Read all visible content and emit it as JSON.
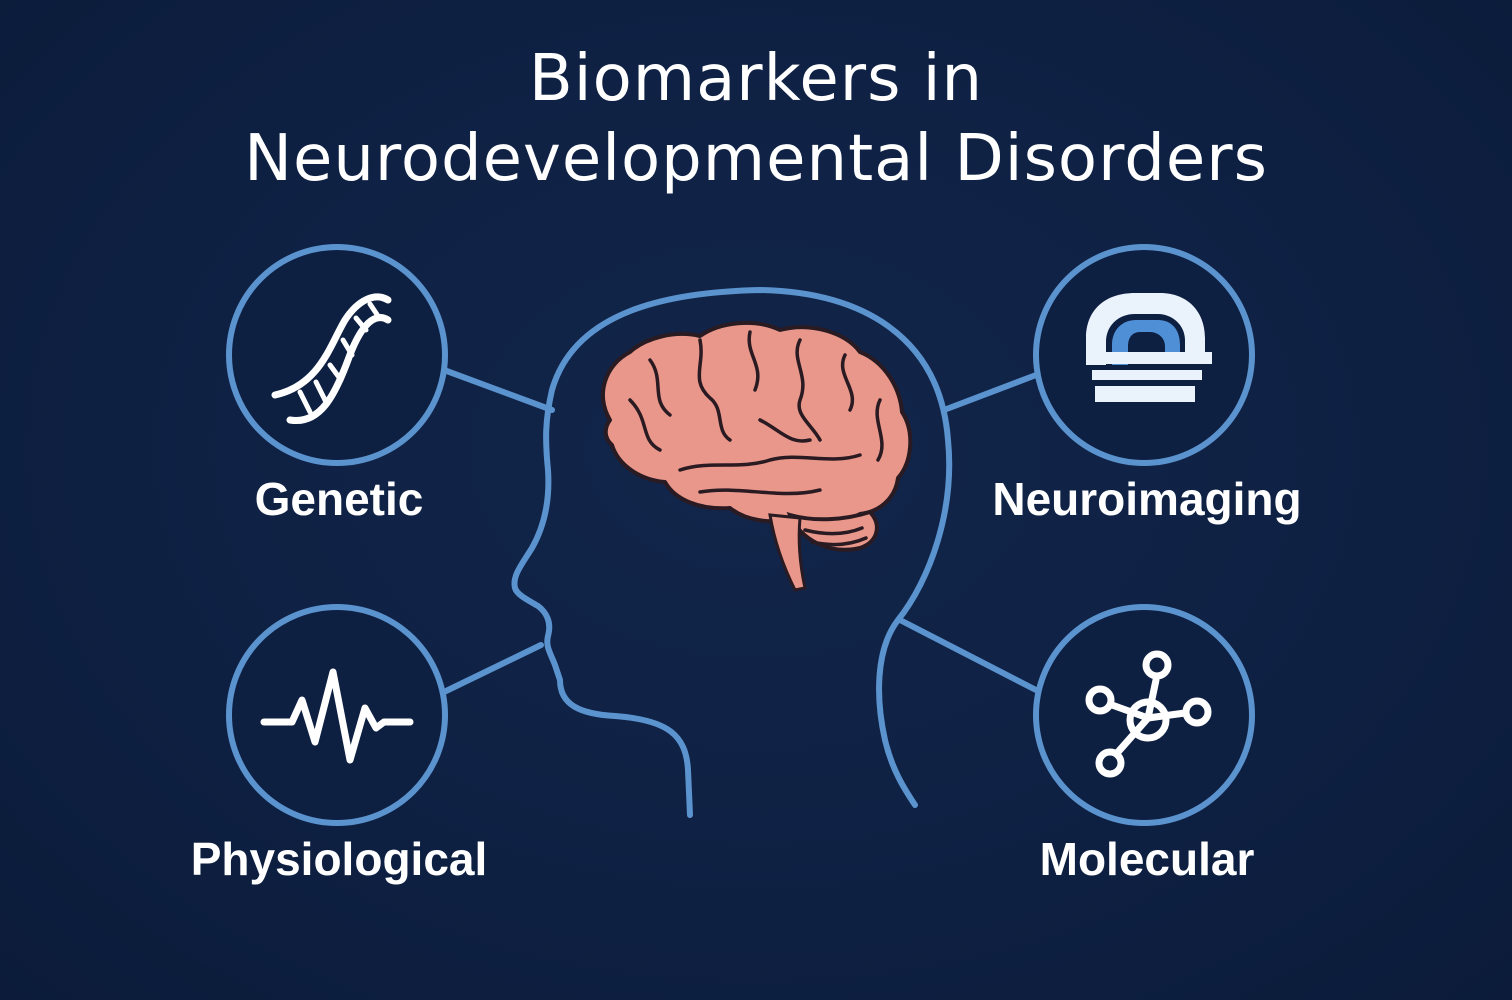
{
  "title": {
    "line1": "Biomarkers in",
    "line2": "Neurodevelopmental Disorders"
  },
  "nodes": {
    "genetic": {
      "label": "Genetic",
      "icon": "dna-icon"
    },
    "neuroimaging": {
      "label": "Neuroimaging",
      "icon": "mri-scanner-icon"
    },
    "physiological": {
      "label": "Physiological",
      "icon": "heartbeat-waveform-icon"
    },
    "molecular": {
      "label": "Molecular",
      "icon": "molecule-icon"
    }
  },
  "center": {
    "icon": "brain-icon",
    "outline": "head-profile-outline"
  },
  "colors": {
    "background": "#0e2042",
    "outline": "#5b93cf",
    "brain": "#e8978a",
    "brain_lines": "#2a1a22",
    "icon_white": "#ffffff",
    "mri_accent": "#4e8fd6",
    "text": "#ffffff"
  }
}
